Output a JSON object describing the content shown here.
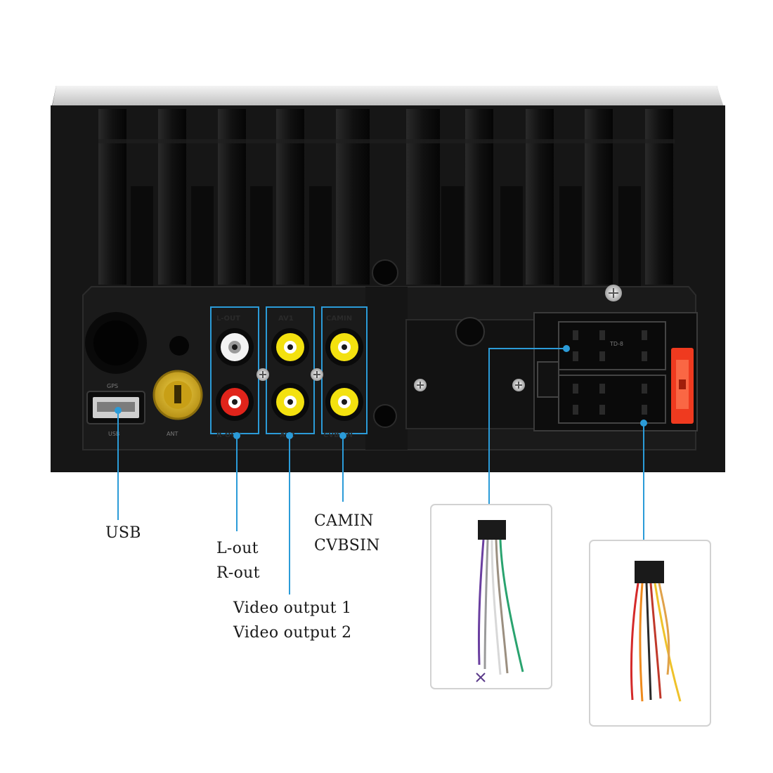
{
  "device_labels": {
    "gps": "GPS",
    "usb": "USB",
    "ant": "ANT",
    "l_out": "L-OUT",
    "r_out": "R-OUT",
    "av1": "AV1",
    "av2": "AV2",
    "camin": "CAMIN",
    "cvbsin": "CVBSIN",
    "connector_code": "TD-8"
  },
  "callouts": {
    "usb": "USB",
    "l_out": "L-out",
    "r_out": "R-out",
    "video_output_1": "Video  output  1",
    "video_output_2": "Video  output  2",
    "camin": "CAMIN",
    "cvbsin": "CVBSIN"
  },
  "colors": {
    "body": "#0f0f0f",
    "callout_line": "#2b9bd8",
    "rca_white": "#f2f2f2",
    "rca_red": "#e0241b",
    "rca_yellow": "#f3e10f",
    "ant_gold": "#d8b21c",
    "fuse_red": "#ef3a1f"
  },
  "icons": [
    "screw-icon",
    "usb-port-icon",
    "rca-jack-icon",
    "iso-connector-icon",
    "fuse-icon",
    "wire-harness-icon"
  ]
}
